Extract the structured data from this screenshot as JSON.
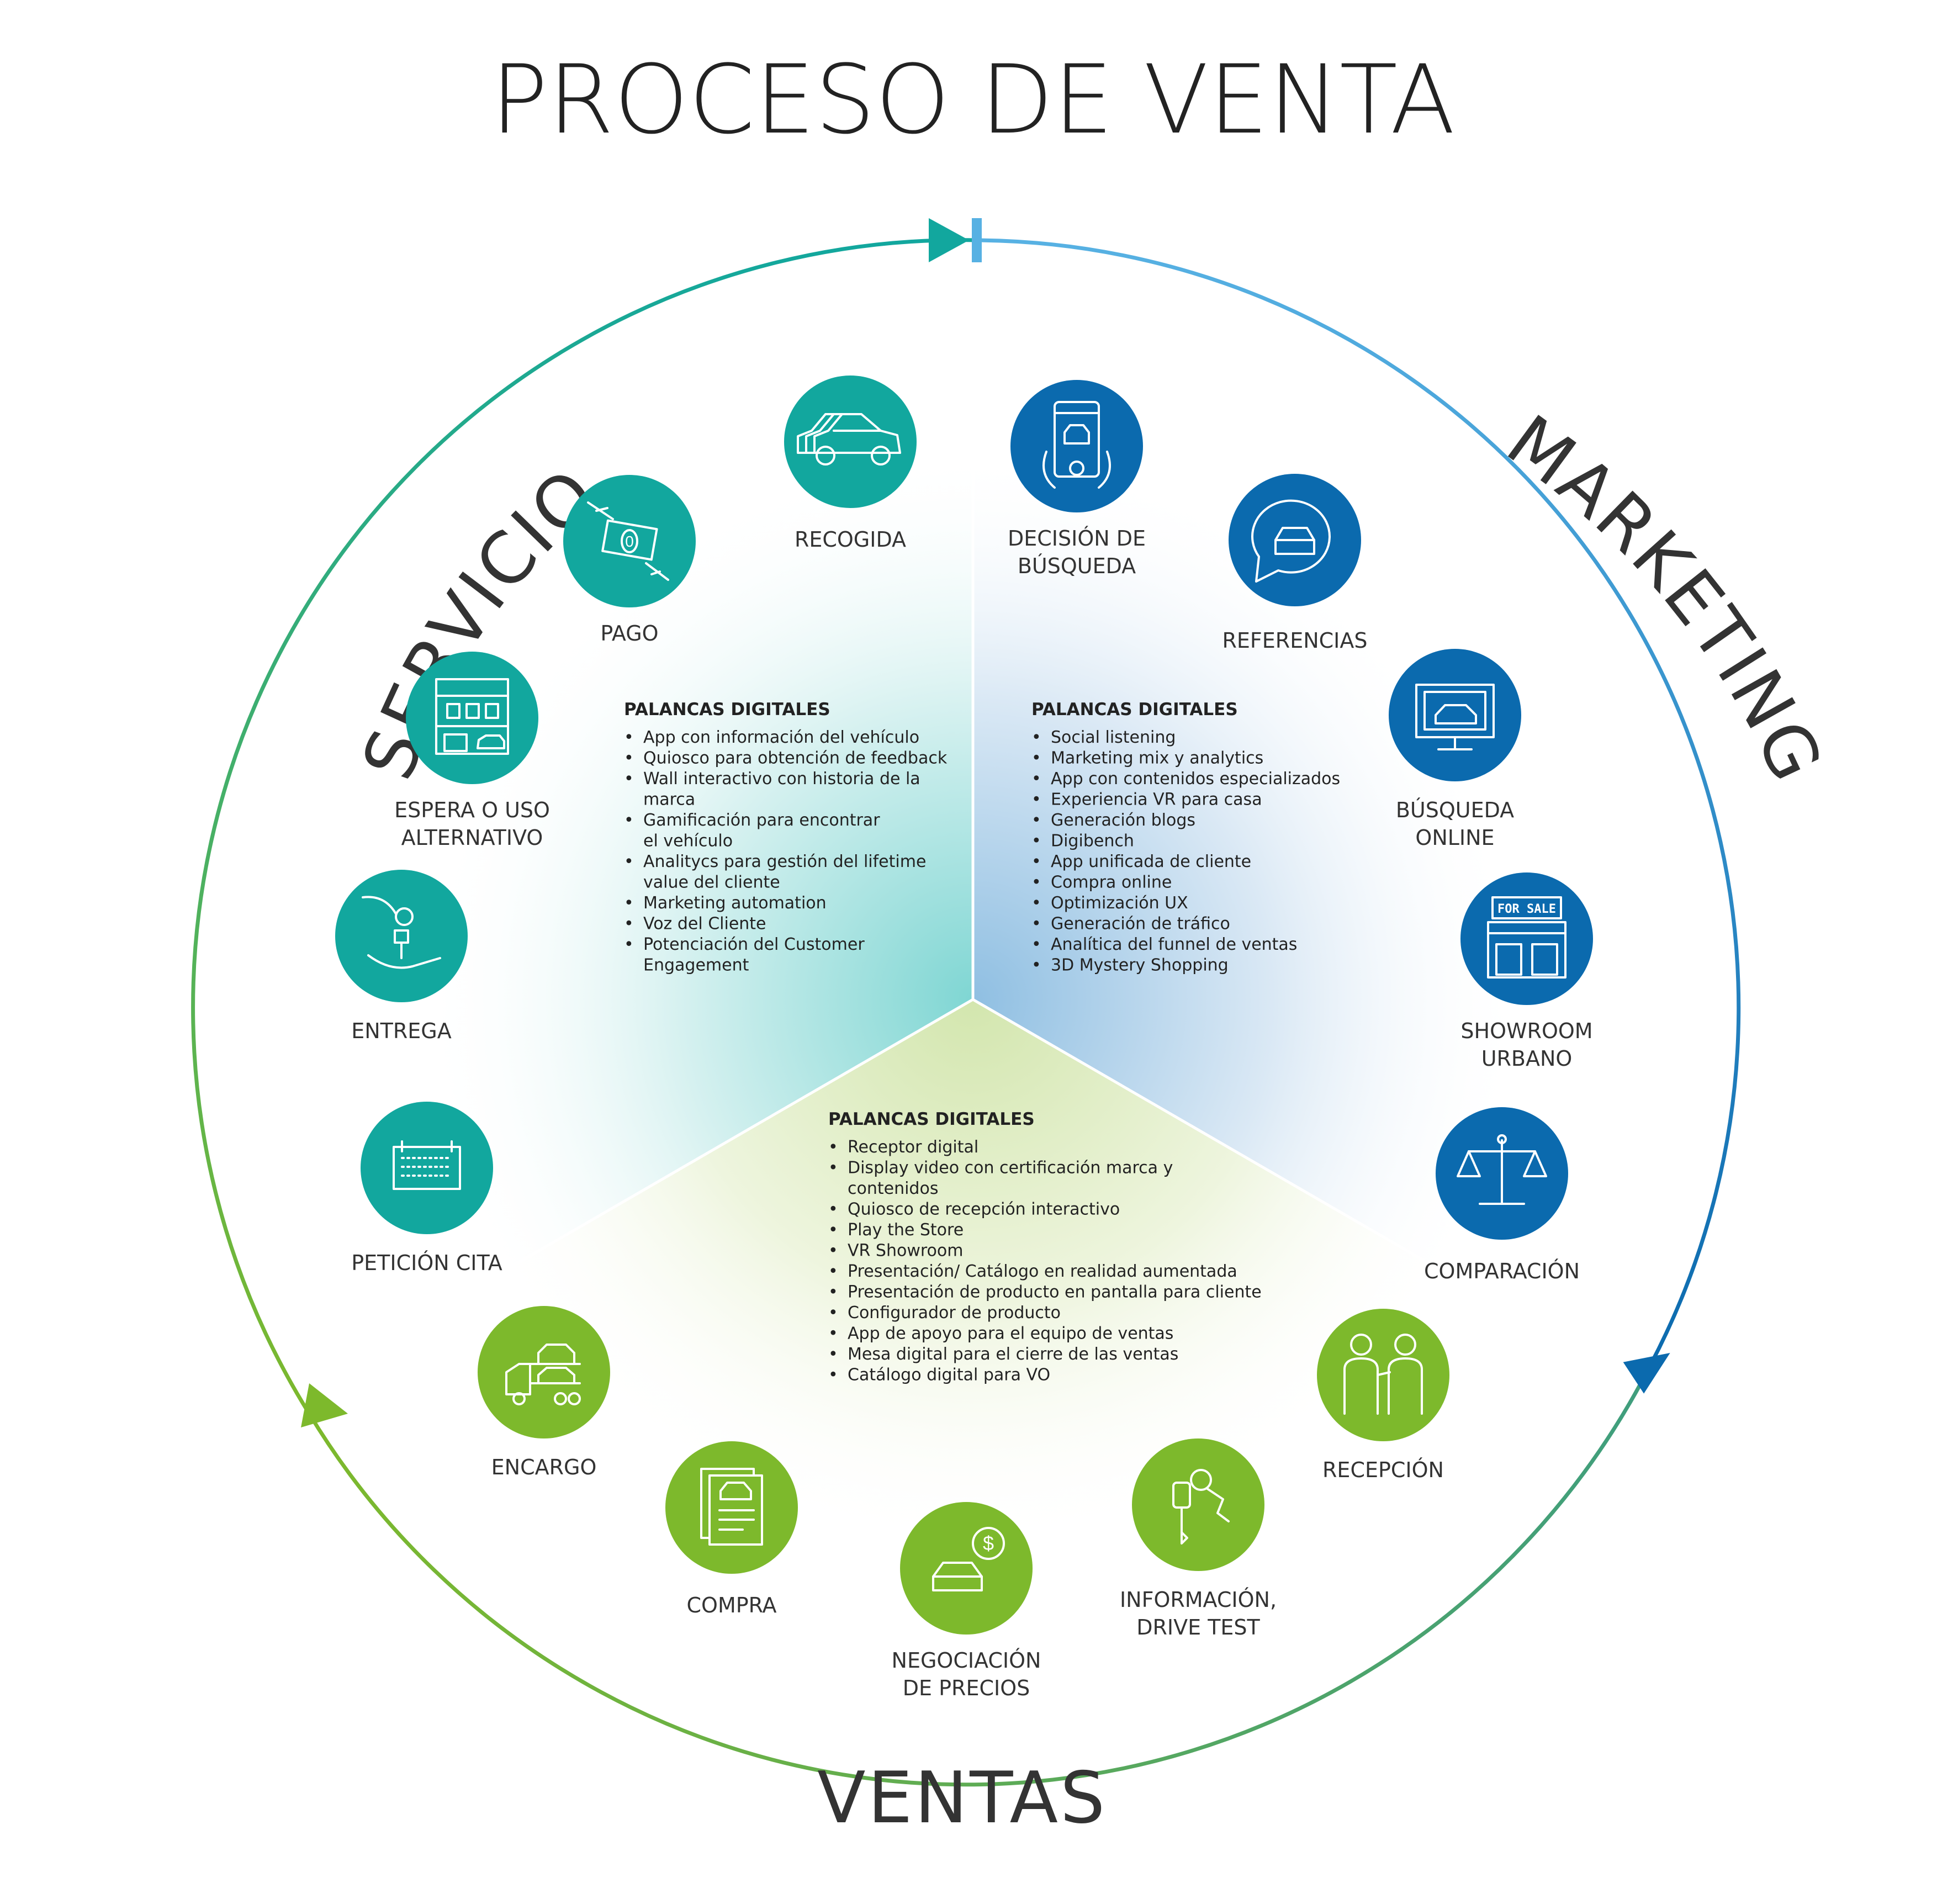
{
  "title": "PROCESO DE VENTA",
  "colors": {
    "teal": "#12A79E",
    "blue": "#0B6AAE",
    "green": "#7DB92C",
    "light_blue": "#57B1E3"
  },
  "arcs": {
    "servicios": "SERVICIOS",
    "marketing": "MARKETING",
    "ventas": "VENTAS"
  },
  "servicios": {
    "stages": [
      {
        "icon": "car-convoy-icon",
        "lines": [
          "RECOGIDA"
        ]
      },
      {
        "icon": "cash-hands-icon",
        "lines": [
          "PAGO"
        ]
      },
      {
        "icon": "dealership-building-icon",
        "lines": [
          "ESPERA O USO",
          "ALTERNATIVO"
        ]
      },
      {
        "icon": "key-handover-icon",
        "lines": [
          "ENTREGA"
        ]
      },
      {
        "icon": "calendar-icon",
        "lines": [
          "PETICIÓN CITA"
        ]
      }
    ],
    "levers": {
      "title": "PALANCAS DIGITALES",
      "items": [
        [
          "App con información del vehículo"
        ],
        [
          "Quiosco para obtención de feedback"
        ],
        [
          "Wall interactivo con historia de la",
          "marca"
        ],
        [
          "Gamificación para encontrar",
          "el vehículo"
        ],
        [
          "Analitycs para gestión del lifetime",
          "value del cliente"
        ],
        [
          "Marketing automation"
        ],
        [
          "Voz del Cliente"
        ],
        [
          "Potenciación del Customer",
          "Engagement"
        ]
      ]
    }
  },
  "marketing": {
    "stages": [
      {
        "icon": "smartphone-car-icon",
        "lines": [
          "DECISIÓN DE",
          "BÚSQUEDA"
        ]
      },
      {
        "icon": "speech-car-icon",
        "lines": [
          "REFERENCIAS"
        ]
      },
      {
        "icon": "monitor-car-icon",
        "lines": [
          "BÚSQUEDA",
          "ONLINE"
        ]
      },
      {
        "icon": "for-sale-showroom-icon",
        "lines": [
          "SHOWROOM",
          "URBANO"
        ],
        "sign": "FOR SALE"
      },
      {
        "icon": "balance-scale-icon",
        "lines": [
          "COMPARACIÓN"
        ]
      }
    ],
    "levers": {
      "title": "PALANCAS DIGITALES",
      "items": [
        [
          "Social listening"
        ],
        [
          "Marketing mix y analytics"
        ],
        [
          "App con contenidos especializados"
        ],
        [
          "Experiencia VR para casa"
        ],
        [
          "Generación blogs"
        ],
        [
          "Digibench"
        ],
        [
          "App unificada de cliente"
        ],
        [
          "Compra online"
        ],
        [
          "Optimización UX"
        ],
        [
          "Generación de tráfico"
        ],
        [
          "Analítica del funnel de ventas"
        ],
        [
          "3D Mystery Shopping"
        ]
      ]
    }
  },
  "ventas": {
    "stages": [
      {
        "icon": "handshake-people-icon",
        "lines": [
          "RECEPCIÓN"
        ]
      },
      {
        "icon": "car-keys-icon",
        "lines": [
          "INFORMACIÓN,",
          "DRIVE TEST"
        ]
      },
      {
        "icon": "car-price-icon",
        "lines": [
          "NEGOCIACIÓN",
          "DE PRECIOS"
        ]
      },
      {
        "icon": "contract-document-icon",
        "lines": [
          "COMPRA"
        ]
      },
      {
        "icon": "car-transporter-icon",
        "lines": [
          "ENCARGO"
        ]
      }
    ],
    "levers": {
      "title": "PALANCAS DIGITALES",
      "items": [
        [
          "Receptor digital"
        ],
        [
          "Display video con certificación marca y",
          "contenidos"
        ],
        [
          "Quiosco de recepción interactivo"
        ],
        [
          "Play the Store"
        ],
        [
          "VR Showroom"
        ],
        [
          "Presentación/ Catálogo en realidad aumentada"
        ],
        [
          "Presentación de producto en pantalla para cliente"
        ],
        [
          "Configurador de producto"
        ],
        [
          "App de apoyo para el equipo de ventas"
        ],
        [
          "Mesa digital para el cierre de las ventas"
        ],
        [
          "Catálogo digital para VO"
        ]
      ]
    }
  }
}
